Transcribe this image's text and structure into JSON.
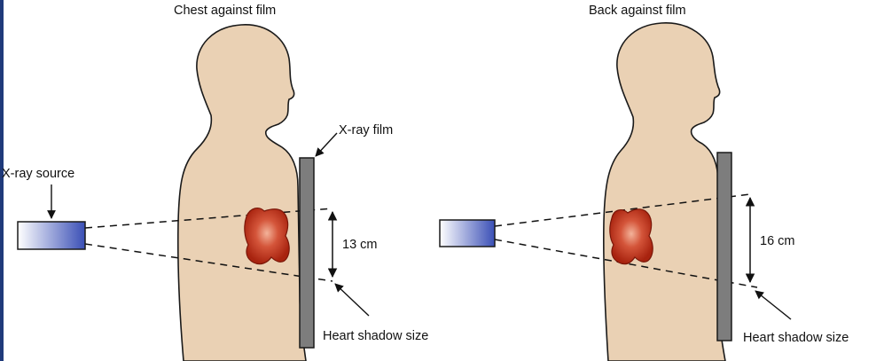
{
  "colors": {
    "skin": "#ead1b4",
    "outline": "#1a1a1a",
    "film": "#7d7d7d",
    "heart_outer": "#b02a14",
    "heart_inner": "#e2866a",
    "source_light": "#ffffff",
    "source_dark": "#3a4fb6",
    "left_frame": "#1f3a7a"
  },
  "panels": [
    {
      "title": "Chest against film",
      "film_label": "X-ray film",
      "source_label": "X-ray source",
      "measure": "13 cm",
      "shadow_label": "Heart shadow size"
    },
    {
      "title": "Back against film",
      "measure": "16 cm",
      "shadow_label": "Heart shadow size"
    }
  ],
  "icons": [
    "xray-source-icon",
    "xray-film-icon",
    "heart-icon",
    "human-silhouette-icon"
  ]
}
